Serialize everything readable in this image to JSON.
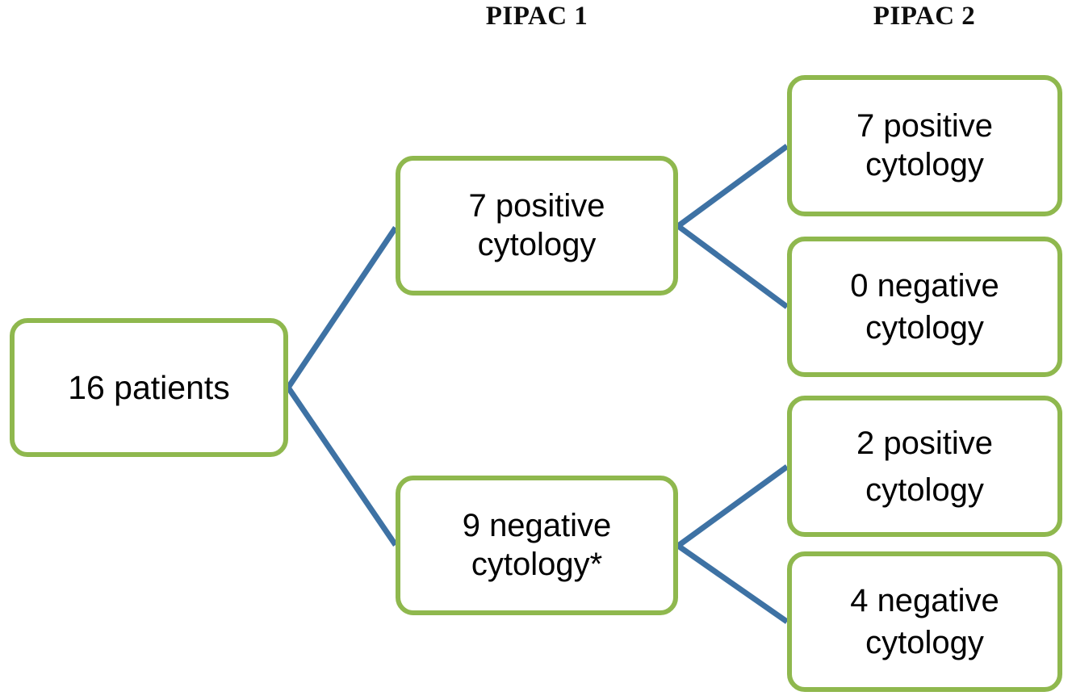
{
  "headers": {
    "pipac1": "PIPAC 1",
    "pipac2": "PIPAC 2"
  },
  "colors": {
    "node_border": "#8fb84e",
    "connector": "#3e72a4",
    "text": "#000000",
    "background": "#ffffff"
  },
  "nodes": {
    "root": {
      "line1": "16 patients",
      "count": 16,
      "label": "patients"
    },
    "pipac1_positive": {
      "line1": "7 positive",
      "line2": "cytology",
      "count": 7,
      "result": "positive cytology"
    },
    "pipac1_negative": {
      "line1": "9 negative",
      "line2": "cytology*",
      "count": 9,
      "result": "negative cytology",
      "footnote_marker": "*"
    },
    "pipac2_a": {
      "line1": "7 positive",
      "line2": "cytology",
      "count": 7,
      "result": "positive cytology"
    },
    "pipac2_b": {
      "line1": "0 negative",
      "line2": "cytology",
      "count": 0,
      "result": "negative cytology"
    },
    "pipac2_c": {
      "line1": "2 positive",
      "line2": "cytology",
      "count": 2,
      "result": "positive cytology"
    },
    "pipac2_d": {
      "line1": "4 negative",
      "line2": "cytology",
      "count": 4,
      "result": "negative cytology"
    }
  },
  "chart_data": {
    "type": "diagram",
    "title": "",
    "columns": [
      "",
      "PIPAC 1",
      "PIPAC 2"
    ],
    "root": {
      "label": "16 patients",
      "value": 16
    },
    "branches": [
      {
        "label": "7 positive cytology",
        "value": 7,
        "children": [
          {
            "label": "7 positive cytology",
            "value": 7
          },
          {
            "label": "0 negative cytology",
            "value": 0
          }
        ]
      },
      {
        "label": "9 negative cytology*",
        "value": 9,
        "children": [
          {
            "label": "2 positive cytology",
            "value": 2
          },
          {
            "label": "4 negative cytology",
            "value": 4
          }
        ]
      }
    ]
  }
}
